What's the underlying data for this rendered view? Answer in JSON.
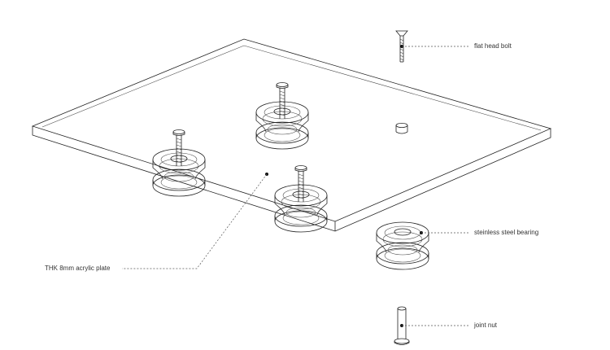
{
  "labels": {
    "flat_head_bolt": "flat head bolt",
    "stainless_steel_bearing": "steinless steel bearing",
    "joint_nut": "joint nut",
    "acrylic_plate": "THK 8mm acrylic plate"
  },
  "colors": {
    "line": "#222222",
    "leader": "#555555",
    "text": "#333333",
    "background": "#ffffff"
  }
}
